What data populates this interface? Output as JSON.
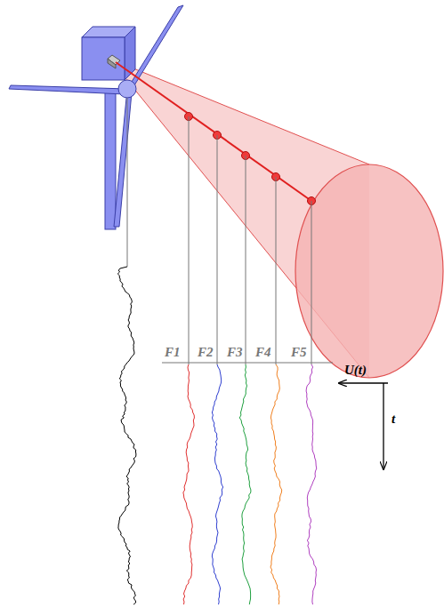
{
  "diagram": {
    "labels": [
      "F1",
      "F2",
      "F3",
      "F4",
      "F5",
      "U(t)",
      "t"
    ]
  }
}
